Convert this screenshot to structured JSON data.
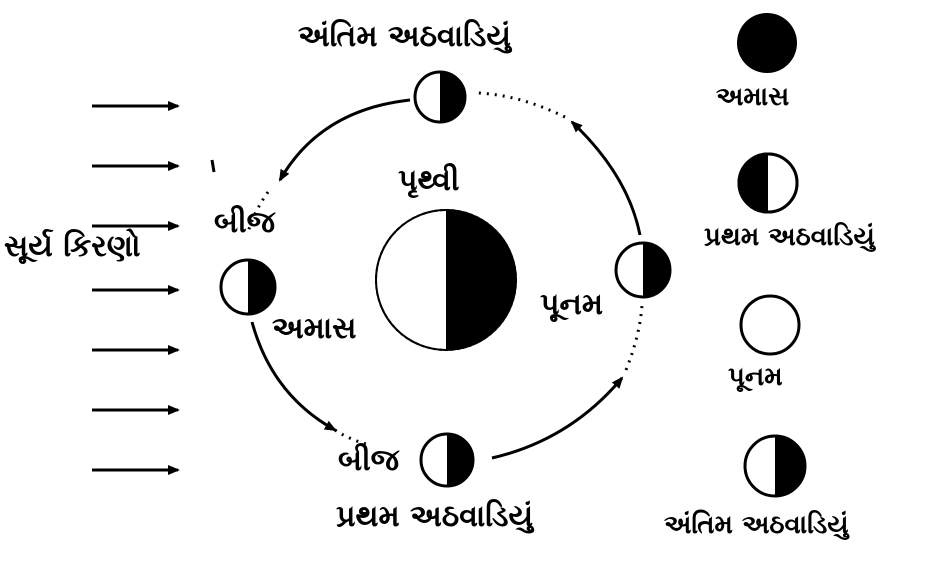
{
  "rays_label": "સૂર્ય કિરણો",
  "earth_label": "પૃથ્વી",
  "orbit": {
    "top_label": "અંતિમ અઠવાડિયું",
    "left_upper_label": "બીજ",
    "left_lower_label": "અમાસ",
    "bottom_upper_label": "બીજ",
    "bottom_label": "પ્રથમ અઠવાડિયું",
    "right_label": "પૂનમ"
  },
  "legend": [
    {
      "label": "અમાસ",
      "phase": "new-moon"
    },
    {
      "label": "પ્રથમ અઠવાડિયું",
      "phase": "first-quarter"
    },
    {
      "label": "પૂનમ",
      "phase": "full-moon"
    },
    {
      "label": "અંતિમ અઠવાડિયું",
      "phase": "last-quarter"
    }
  ],
  "colors": {
    "ink": "#000000",
    "paper": "#ffffff"
  }
}
